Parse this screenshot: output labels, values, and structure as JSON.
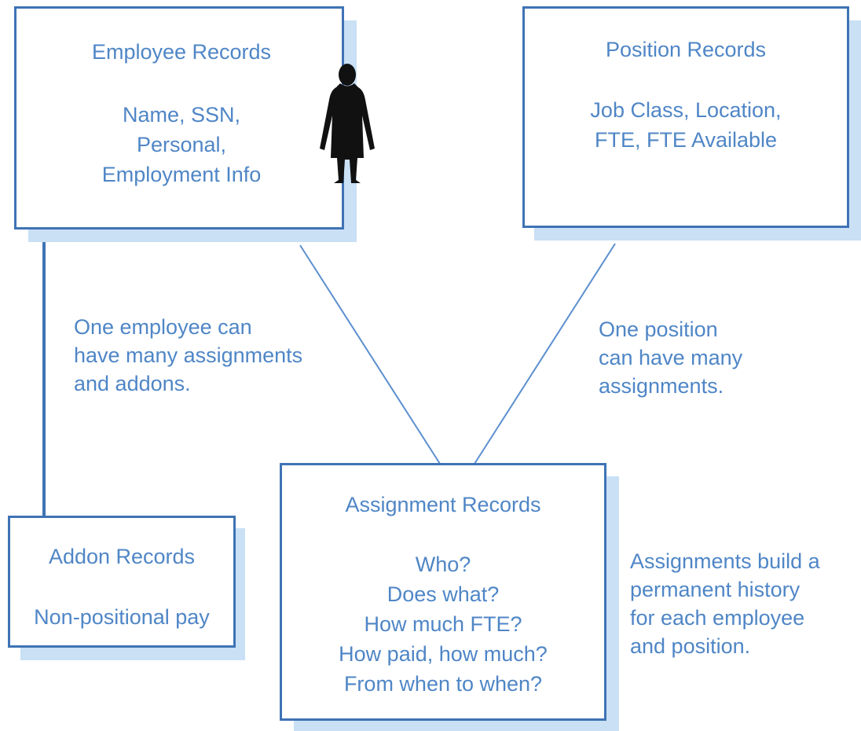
{
  "boxes": {
    "employee": {
      "title": "Employee Records",
      "lines": [
        "Name, SSN,",
        "Personal,",
        "Employment Info"
      ]
    },
    "position": {
      "title": "Position Records",
      "lines": [
        "Job Class, Location,",
        "FTE, FTE Available"
      ]
    },
    "assignment": {
      "title": "Assignment Records",
      "lines": [
        "Who?",
        "Does what?",
        "How much FTE?",
        "How paid, how much?",
        "From when to when?"
      ]
    },
    "addon": {
      "title": "Addon Records",
      "lines": [
        "Non-positional pay"
      ]
    }
  },
  "notes": {
    "employee_relation": [
      "One employee can",
      "have many assignments",
      "and addons."
    ],
    "position_relation": [
      "One position",
      "can have many",
      "assignments."
    ],
    "history": [
      "Assignments build a",
      "permanent history",
      "for each employee",
      "and position."
    ]
  },
  "icons": {
    "employee_figure": "person-silhouette-icon"
  },
  "colors": {
    "border": "#3f73b5",
    "text": "#4f86c6",
    "shadow": "#c9e0f5"
  }
}
